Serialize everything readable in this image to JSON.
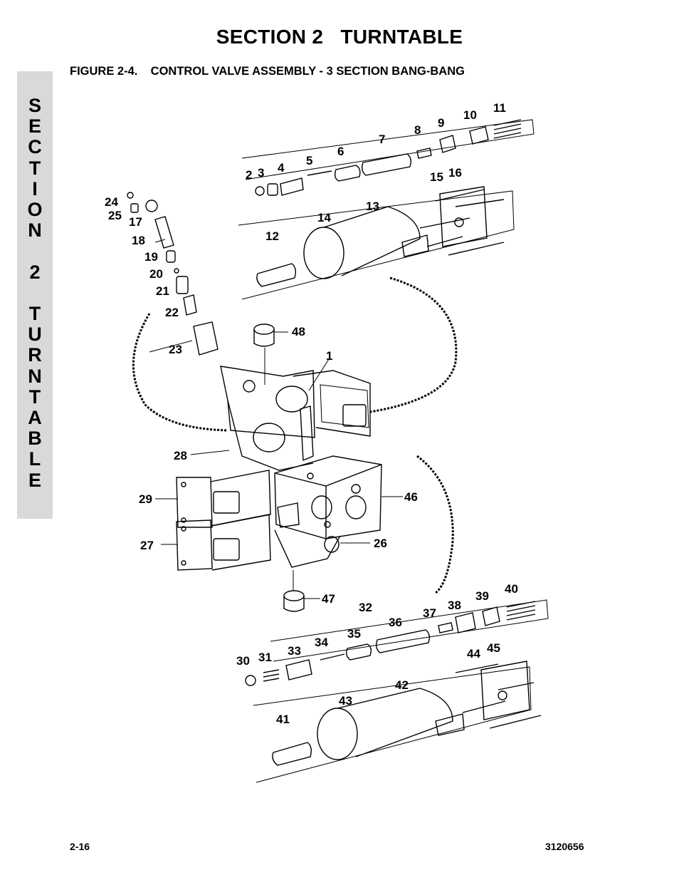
{
  "header": {
    "section_title": "SECTION 2   TURNTABLE",
    "figure_title": "FIGURE 2-4.    CONTROL VALVE ASSEMBLY - 3 SECTION BANG-BANG"
  },
  "side_tab": {
    "text": "S\nE\nC\nT\nI\nO\nN\n\n2\n\nT\nU\nR\nN\nT\nA\nB\nL\nE"
  },
  "diagram": {
    "callouts": {
      "c1": "1",
      "c2": "2",
      "c3": "3",
      "c4": "4",
      "c5": "5",
      "c6": "6",
      "c7": "7",
      "c8": "8",
      "c9": "9",
      "c10": "10",
      "c11": "11",
      "c12": "12",
      "c13": "13",
      "c14": "14",
      "c15": "15",
      "c16": "16",
      "c17": "17",
      "c18": "18",
      "c19": "19",
      "c20": "20",
      "c21": "21",
      "c22": "22",
      "c23": "23",
      "c24": "24",
      "c25": "25",
      "c26": "26",
      "c27": "27",
      "c28": "28",
      "c29": "29",
      "c30": "30",
      "c31": "31",
      "c32": "32",
      "c33": "33",
      "c34": "34",
      "c35": "35",
      "c36": "36",
      "c37": "37",
      "c38": "38",
      "c39": "39",
      "c40": "40",
      "c41": "41",
      "c42": "42",
      "c43": "43",
      "c44": "44",
      "c45": "45",
      "c46": "46",
      "c47": "47",
      "c48": "48"
    }
  },
  "footer": {
    "page_number": "2-16",
    "doc_number": "3120656"
  }
}
